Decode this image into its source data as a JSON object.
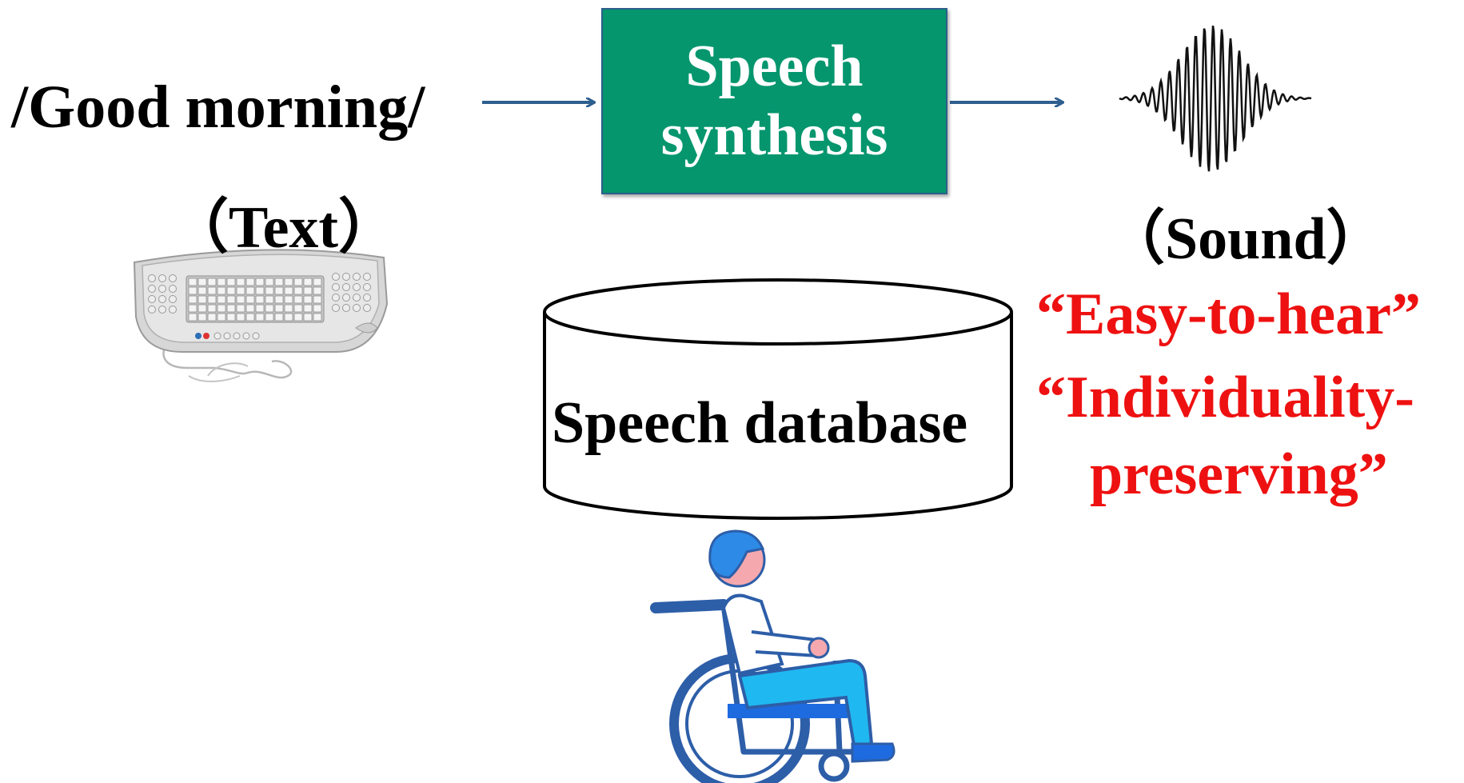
{
  "input": {
    "text": "/Good morning/",
    "label": "（Text）"
  },
  "process": {
    "label": "Speech\nsynthesis"
  },
  "output": {
    "label": "（Sound）"
  },
  "database": {
    "label": "Speech database"
  },
  "qualities": [
    "“Easy-to-hear”",
    "“Individuality-",
    "preserving”"
  ],
  "colors": {
    "box": "#05966e",
    "arrow": "#2e5f8e",
    "quality_text": "#ee1111"
  },
  "icons": [
    "keyboard-icon",
    "waveform-icon",
    "database-cylinder-icon",
    "wheelchair-user-icon"
  ]
}
